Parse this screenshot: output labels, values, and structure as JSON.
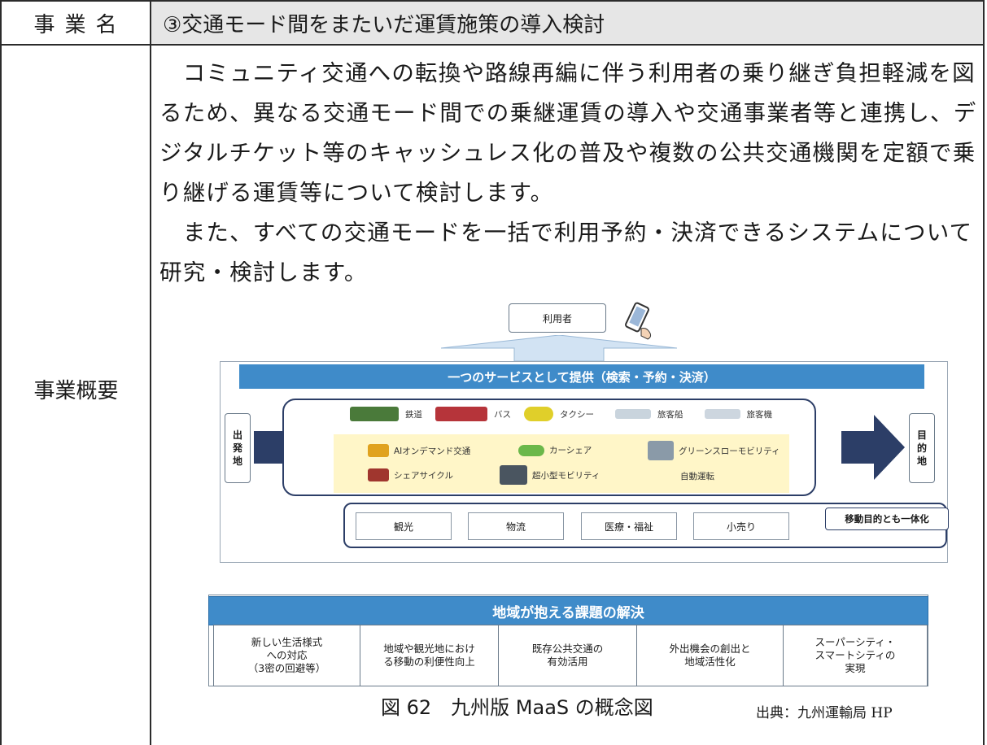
{
  "table": {
    "label_name": "事業名",
    "title": "③交通モード間をまたいだ運賃施策の導入検討",
    "label_overview": "事業概要",
    "paragraphs": [
      "　コミュニティ交通への転換や路線再編に伴う利用者の乗り継ぎ負担軽減を図るため、異なる交通モード間での乗継運賃の導入や交通事業者等と連携し、デジタルチケット等のキャッシュレス化の普及や複数の公共交通機関を定額で乗り継げる運賃等について検討します。",
      "　また、すべての交通モードを一括で利用予約・決済できるシステムについて研究・検討します。"
    ]
  },
  "diagram": {
    "user": "利用者",
    "service_bar": "一つのサービスとして提供（検索・予約・決済）",
    "origin": [
      "出",
      "発",
      "地"
    ],
    "destination": [
      "目",
      "的",
      "地"
    ],
    "modes_row1": [
      "鉄道",
      "バス",
      "タクシー",
      "旅客船",
      "旅客機"
    ],
    "modes_row2": [
      "AIオンデマンド交通",
      "カーシェア",
      "グリーンスローモビリティ"
    ],
    "modes_row3": [
      "シェアサイクル",
      "超小型モビリティ",
      "自動運転"
    ],
    "services": [
      "観光",
      "物流",
      "医療・福祉",
      "小売り"
    ],
    "purpose": "移動目的とも一体化",
    "issues_title": "地域が抱える課題の解決",
    "issues": [
      "新しい生活様式\nへの対応\n（3密の回避等）",
      "地域や観光地におけ\nる移動の利便性向上",
      "既存公共交通の\n有効活用",
      "外出機会の創出と\n地域活性化",
      "スーパーシティ・\nスマートシティの\n実現"
    ],
    "colors": {
      "accent": "#3f8bc9",
      "navy": "#2c3e67",
      "highlight": "#fff6c8"
    }
  },
  "caption": "図 62　九州版 MaaS の概念図",
  "source": "出典：九州運輸局 HP"
}
